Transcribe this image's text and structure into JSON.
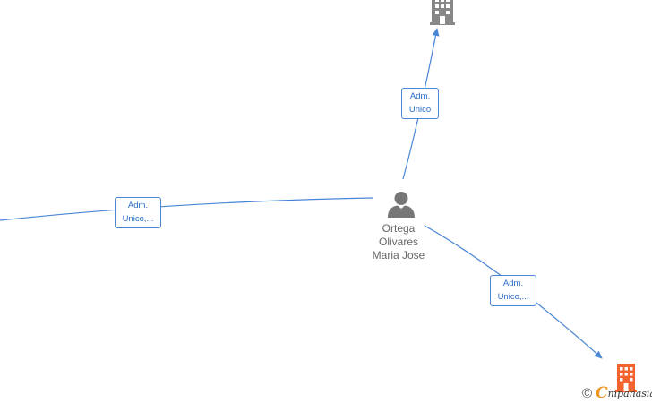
{
  "person": {
    "name_lines": [
      "Ortega",
      "Olivares",
      "Maria Jose"
    ]
  },
  "edges": [
    {
      "id": "edge-top",
      "label_lines": [
        "Adm.",
        "Unico"
      ]
    },
    {
      "id": "edge-left",
      "label_lines": [
        "Adm.",
        "Unico,..."
      ]
    },
    {
      "id": "edge-bottom-right",
      "label_lines": [
        "Adm.",
        "Unico,..."
      ]
    }
  ],
  "icons": {
    "person": "person-icon",
    "company_top": "building-icon",
    "company_bottom": "building-icon"
  },
  "copyright": {
    "symbol": "©",
    "brand_first": "C",
    "brand_rest": "mpanasia"
  },
  "colors": {
    "edge": "#4a86d6",
    "label_text": "#2a6dc9",
    "person": "#777777",
    "company_top": "#888888",
    "company_highlight": "#f4622e",
    "brand_accent": "#f0961e"
  }
}
